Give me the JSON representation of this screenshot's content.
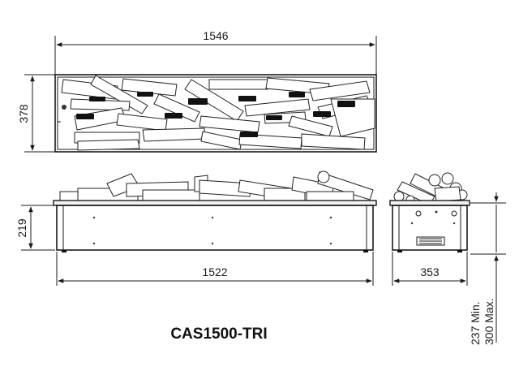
{
  "title": "CAS1500-TRI",
  "dimensions": {
    "top_width": "1546",
    "top_height": "378",
    "front_height": "219",
    "front_width": "1522",
    "side_depth": "353",
    "install_height": "237 Min.\n300 Max.",
    "install_min": "237 Min.",
    "install_max": "300 Max."
  }
}
